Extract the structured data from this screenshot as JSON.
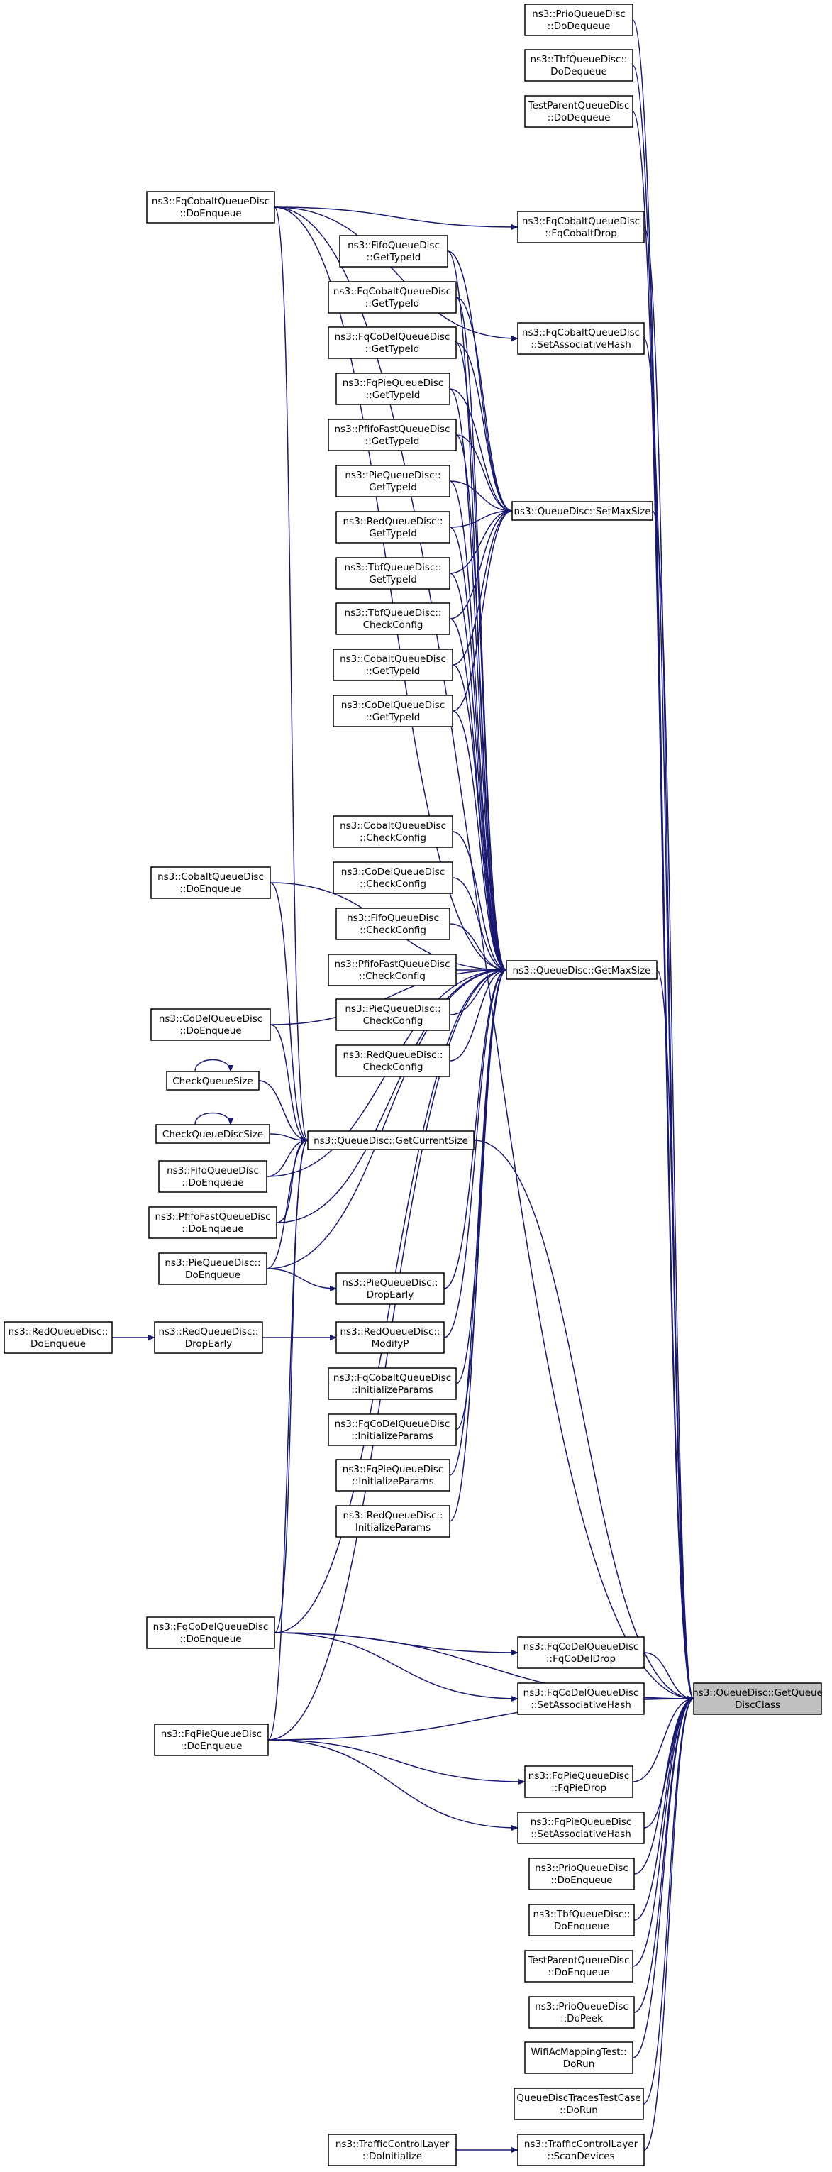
{
  "graph": {
    "edge_color": "#191970",
    "root_fill": "#bfbfbf",
    "nodes": [
      {
        "id": "root",
        "lines": [
          "ns3::QueueDisc::GetQueue",
          "DiscClass"
        ],
        "root": true
      },
      {
        "id": "prio_deq",
        "lines": [
          "ns3::PrioQueueDisc",
          "::DoDequeue"
        ]
      },
      {
        "id": "tbf_deq",
        "lines": [
          "ns3::TbfQueueDisc::",
          "DoDequeue"
        ]
      },
      {
        "id": "tp_deq",
        "lines": [
          "TestParentQueueDisc",
          "::DoDequeue"
        ]
      },
      {
        "id": "fqc_enq",
        "lines": [
          "ns3::FqCobaltQueueDisc",
          "::DoEnqueue"
        ]
      },
      {
        "id": "fqc_drop",
        "lines": [
          "ns3::FqCobaltQueueDisc",
          "::FqCobaltDrop"
        ]
      },
      {
        "id": "fifo_tid",
        "lines": [
          "ns3::FifoQueueDisc",
          "::GetTypeId"
        ]
      },
      {
        "id": "fqcob_tid",
        "lines": [
          "ns3::FqCobaltQueueDisc",
          "::GetTypeId"
        ]
      },
      {
        "id": "fqcodel_tid",
        "lines": [
          "ns3::FqCoDelQueueDisc",
          "::GetTypeId"
        ]
      },
      {
        "id": "fqc_sah",
        "lines": [
          "ns3::FqCobaltQueueDisc",
          "::SetAssociativeHash"
        ]
      },
      {
        "id": "fqpie_tid",
        "lines": [
          "ns3::FqPieQueueDisc",
          "::GetTypeId"
        ]
      },
      {
        "id": "pfifo_tid",
        "lines": [
          "ns3::PfifoFastQueueDisc",
          "::GetTypeId"
        ]
      },
      {
        "id": "pie_tid",
        "lines": [
          "ns3::PieQueueDisc::",
          "GetTypeId"
        ]
      },
      {
        "id": "setmax",
        "lines": [
          "ns3::QueueDisc::SetMaxSize"
        ]
      },
      {
        "id": "red_tid",
        "lines": [
          "ns3::RedQueueDisc::",
          "GetTypeId"
        ]
      },
      {
        "id": "tbf_tid",
        "lines": [
          "ns3::TbfQueueDisc::",
          "GetTypeId"
        ]
      },
      {
        "id": "tbf_cc",
        "lines": [
          "ns3::TbfQueueDisc::",
          "CheckConfig"
        ]
      },
      {
        "id": "cobalt_tid",
        "lines": [
          "ns3::CobaltQueueDisc",
          "::GetTypeId"
        ]
      },
      {
        "id": "codel_tid",
        "lines": [
          "ns3::CoDelQueueDisc",
          "::GetTypeId"
        ]
      },
      {
        "id": "cobalt_cc",
        "lines": [
          "ns3::CobaltQueueDisc",
          "::CheckConfig"
        ]
      },
      {
        "id": "cobalt_enq",
        "lines": [
          "ns3::CobaltQueueDisc",
          "::DoEnqueue"
        ]
      },
      {
        "id": "codel_cc",
        "lines": [
          "ns3::CoDelQueueDisc",
          "::CheckConfig"
        ]
      },
      {
        "id": "fifo_cc",
        "lines": [
          "ns3::FifoQueueDisc",
          "::CheckConfig"
        ]
      },
      {
        "id": "pfifo_cc",
        "lines": [
          "ns3::PfifoFastQueueDisc",
          "::CheckConfig"
        ]
      },
      {
        "id": "getmax",
        "lines": [
          "ns3::QueueDisc::GetMaxSize"
        ]
      },
      {
        "id": "pie_cc",
        "lines": [
          "ns3::PieQueueDisc::",
          "CheckConfig"
        ]
      },
      {
        "id": "codel_enq",
        "lines": [
          "ns3::CoDelQueueDisc",
          "::DoEnqueue"
        ]
      },
      {
        "id": "red_cc",
        "lines": [
          "ns3::RedQueueDisc::",
          "CheckConfig"
        ]
      },
      {
        "id": "cqs",
        "lines": [
          "CheckQueueSize"
        ]
      },
      {
        "id": "cqds",
        "lines": [
          "CheckQueueDiscSize"
        ]
      },
      {
        "id": "getcur",
        "lines": [
          "ns3::QueueDisc::GetCurrentSize"
        ]
      },
      {
        "id": "fifo_enq",
        "lines": [
          "ns3::FifoQueueDisc",
          "::DoEnqueue"
        ]
      },
      {
        "id": "pfifo_enq",
        "lines": [
          "ns3::PfifoFastQueueDisc",
          "::DoEnqueue"
        ]
      },
      {
        "id": "pie_enq",
        "lines": [
          "ns3::PieQueueDisc::",
          "DoEnqueue"
        ]
      },
      {
        "id": "pie_drop",
        "lines": [
          "ns3::PieQueueDisc::",
          "DropEarly"
        ]
      },
      {
        "id": "red_enq",
        "lines": [
          "ns3::RedQueueDisc::",
          "DoEnqueue"
        ]
      },
      {
        "id": "red_drop",
        "lines": [
          "ns3::RedQueueDisc::",
          "DropEarly"
        ]
      },
      {
        "id": "red_mod",
        "lines": [
          "ns3::RedQueueDisc::",
          "ModifyP"
        ]
      },
      {
        "id": "fqc_ip",
        "lines": [
          "ns3::FqCobaltQueueDisc",
          "::InitializeParams"
        ]
      },
      {
        "id": "fqcodel_ip",
        "lines": [
          "ns3::FqCoDelQueueDisc",
          "::InitializeParams"
        ]
      },
      {
        "id": "fqpie_ip",
        "lines": [
          "ns3::FqPieQueueDisc",
          "::InitializeParams"
        ]
      },
      {
        "id": "red_ip",
        "lines": [
          "ns3::RedQueueDisc::",
          "InitializeParams"
        ]
      },
      {
        "id": "fqcodel_enq",
        "lines": [
          "ns3::FqCoDelQueueDisc",
          "::DoEnqueue"
        ]
      },
      {
        "id": "fqcodel_drop",
        "lines": [
          "ns3::FqCoDelQueueDisc",
          "::FqCoDelDrop"
        ]
      },
      {
        "id": "fqcodel_sah",
        "lines": [
          "ns3::FqCoDelQueueDisc",
          "::SetAssociativeHash"
        ]
      },
      {
        "id": "fqpie_enq",
        "lines": [
          "ns3::FqPieQueueDisc",
          "::DoEnqueue"
        ]
      },
      {
        "id": "fqpie_drop",
        "lines": [
          "ns3::FqPieQueueDisc",
          "::FqPieDrop"
        ]
      },
      {
        "id": "fqpie_sah",
        "lines": [
          "ns3::FqPieQueueDisc",
          "::SetAssociativeHash"
        ]
      },
      {
        "id": "prio_enq",
        "lines": [
          "ns3::PrioQueueDisc",
          "::DoEnqueue"
        ]
      },
      {
        "id": "tbf_enq",
        "lines": [
          "ns3::TbfQueueDisc::",
          "DoEnqueue"
        ]
      },
      {
        "id": "tp_enq",
        "lines": [
          "TestParentQueueDisc",
          "::DoEnqueue"
        ]
      },
      {
        "id": "prio_peek",
        "lines": [
          "ns3::PrioQueueDisc",
          "::DoPeek"
        ]
      },
      {
        "id": "wifi_run",
        "lines": [
          "WifiAcMappingTest::",
          "DoRun"
        ]
      },
      {
        "id": "qdt_run",
        "lines": [
          "QueueDiscTracesTestCase",
          "::DoRun"
        ]
      },
      {
        "id": "tcl_scan",
        "lines": [
          "ns3::TrafficControlLayer",
          "::ScanDevices"
        ]
      },
      {
        "id": "tcl_init",
        "lines": [
          "ns3::TrafficControlLayer",
          "::DoInitialize"
        ]
      }
    ],
    "edges": [
      [
        "prio_deq",
        "root"
      ],
      [
        "tbf_deq",
        "root"
      ],
      [
        "tp_deq",
        "root"
      ],
      [
        "fqc_enq",
        "root"
      ],
      [
        "fqc_drop",
        "root"
      ],
      [
        "fqc_sah",
        "root"
      ],
      [
        "setmax",
        "root"
      ],
      [
        "getmax",
        "root"
      ],
      [
        "getcur",
        "root"
      ],
      [
        "fqcodel_enq",
        "root"
      ],
      [
        "fqcodel_drop",
        "root"
      ],
      [
        "fqcodel_sah",
        "root"
      ],
      [
        "fqpie_enq",
        "root"
      ],
      [
        "fqpie_drop",
        "root"
      ],
      [
        "fqpie_sah",
        "root"
      ],
      [
        "prio_enq",
        "root"
      ],
      [
        "tbf_enq",
        "root"
      ],
      [
        "tp_enq",
        "root"
      ],
      [
        "prio_peek",
        "root"
      ],
      [
        "wifi_run",
        "root"
      ],
      [
        "qdt_run",
        "root"
      ],
      [
        "tcl_scan",
        "root"
      ],
      [
        "fqc_enq",
        "fqc_drop"
      ],
      [
        "fqc_enq",
        "fqc_sah"
      ],
      [
        "fqc_enq",
        "getmax"
      ],
      [
        "fqc_enq",
        "getcur"
      ],
      [
        "fifo_tid",
        "setmax"
      ],
      [
        "fqcob_tid",
        "setmax"
      ],
      [
        "fqcodel_tid",
        "setmax"
      ],
      [
        "fqpie_tid",
        "setmax"
      ],
      [
        "pfifo_tid",
        "setmax"
      ],
      [
        "pie_tid",
        "setmax"
      ],
      [
        "red_tid",
        "setmax"
      ],
      [
        "tbf_tid",
        "setmax"
      ],
      [
        "tbf_cc",
        "setmax"
      ],
      [
        "cobalt_tid",
        "setmax"
      ],
      [
        "codel_tid",
        "setmax"
      ],
      [
        "fifo_tid",
        "getmax"
      ],
      [
        "fqcob_tid",
        "getmax"
      ],
      [
        "fqcodel_tid",
        "getmax"
      ],
      [
        "fqpie_tid",
        "getmax"
      ],
      [
        "pfifo_tid",
        "getmax"
      ],
      [
        "pie_tid",
        "getmax"
      ],
      [
        "red_tid",
        "getmax"
      ],
      [
        "tbf_tid",
        "getmax"
      ],
      [
        "tbf_cc",
        "getmax"
      ],
      [
        "cobalt_tid",
        "getmax"
      ],
      [
        "codel_tid",
        "getmax"
      ],
      [
        "cobalt_cc",
        "getmax"
      ],
      [
        "codel_cc",
        "getmax"
      ],
      [
        "fifo_cc",
        "getmax"
      ],
      [
        "pfifo_cc",
        "getmax"
      ],
      [
        "pie_cc",
        "getmax"
      ],
      [
        "red_cc",
        "getmax"
      ],
      [
        "cobalt_enq",
        "getmax"
      ],
      [
        "cobalt_enq",
        "getcur"
      ],
      [
        "codel_enq",
        "getmax"
      ],
      [
        "codel_enq",
        "getcur"
      ],
      [
        "cqs",
        "cqs"
      ],
      [
        "cqds",
        "cqds"
      ],
      [
        "cqs",
        "getcur"
      ],
      [
        "cqds",
        "getcur"
      ],
      [
        "fifo_enq",
        "getmax"
      ],
      [
        "fifo_enq",
        "getcur"
      ],
      [
        "pfifo_enq",
        "getmax"
      ],
      [
        "pfifo_enq",
        "getcur"
      ],
      [
        "pie_enq",
        "getmax"
      ],
      [
        "pie_enq",
        "getcur"
      ],
      [
        "pie_enq",
        "pie_drop"
      ],
      [
        "pie_drop",
        "getmax"
      ],
      [
        "red_enq",
        "red_drop"
      ],
      [
        "red_drop",
        "red_mod"
      ],
      [
        "red_mod",
        "getmax"
      ],
      [
        "fqc_ip",
        "getmax"
      ],
      [
        "fqcodel_ip",
        "getmax"
      ],
      [
        "fqpie_ip",
        "getmax"
      ],
      [
        "red_ip",
        "getmax"
      ],
      [
        "fqcodel_enq",
        "getmax"
      ],
      [
        "fqcodel_enq",
        "getcur"
      ],
      [
        "fqcodel_enq",
        "fqcodel_drop"
      ],
      [
        "fqcodel_enq",
        "fqcodel_sah"
      ],
      [
        "fqpie_enq",
        "getmax"
      ],
      [
        "fqpie_enq",
        "getcur"
      ],
      [
        "fqpie_enq",
        "fqpie_drop"
      ],
      [
        "fqpie_enq",
        "fqpie_sah"
      ],
      [
        "tcl_init",
        "tcl_scan"
      ]
    ]
  }
}
